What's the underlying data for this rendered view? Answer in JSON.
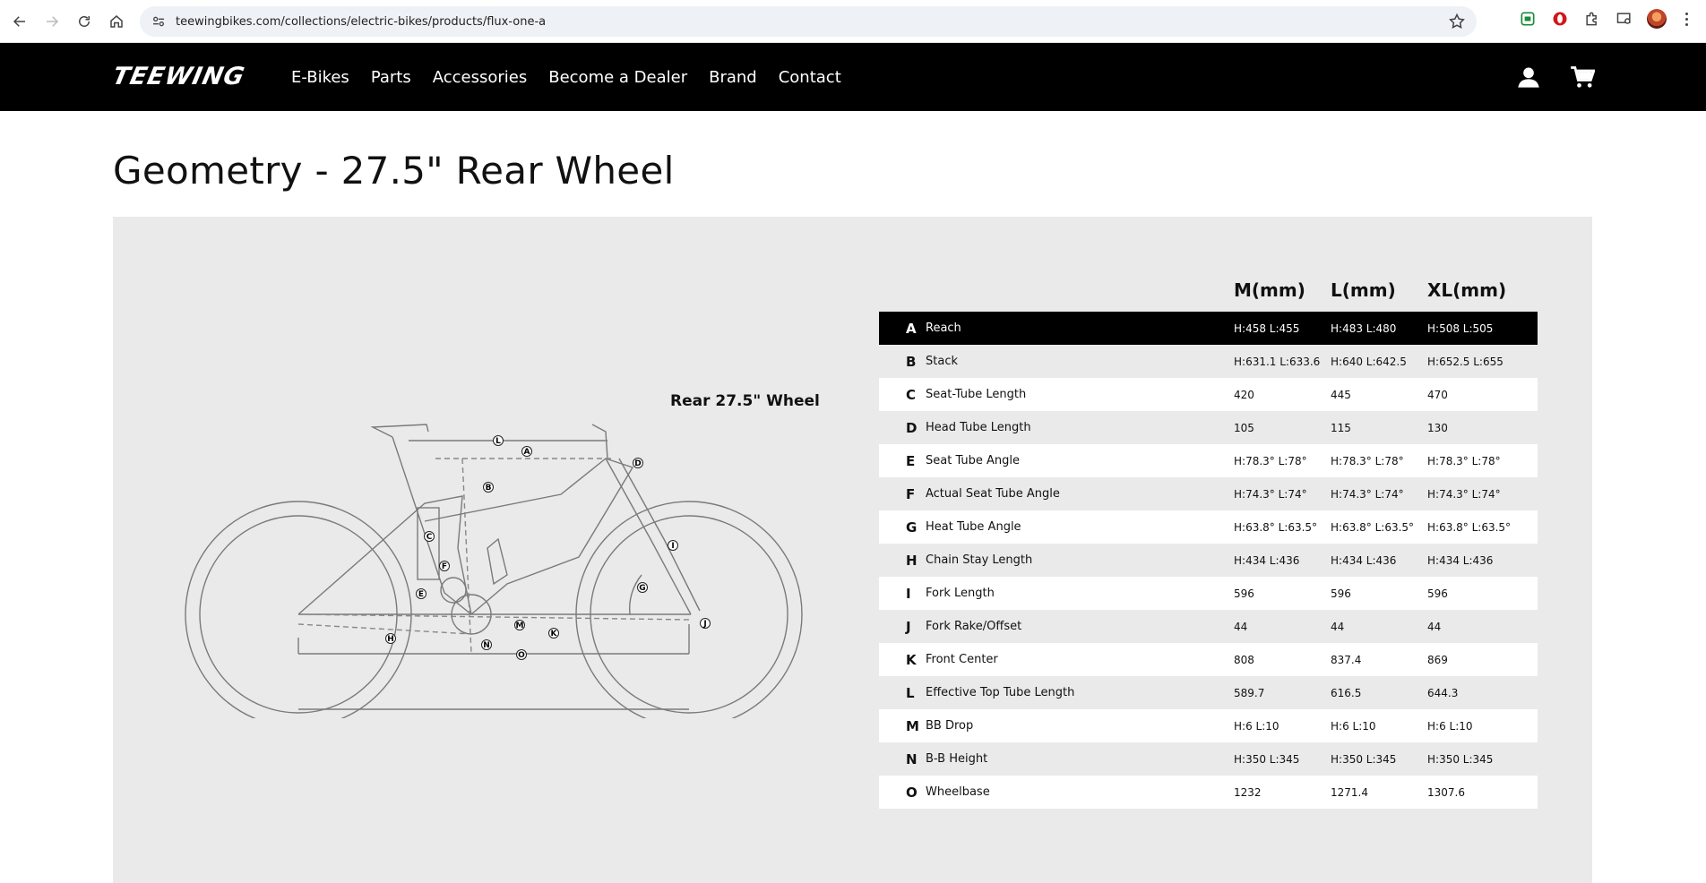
{
  "browser": {
    "url": "teewingbikes.com/collections/electric-bikes/products/flux-one-a"
  },
  "site": {
    "logo": "TEEWING",
    "nav": [
      "E-Bikes",
      "Parts",
      "Accessories",
      "Become a Dealer",
      "Brand",
      "Contact"
    ]
  },
  "page": {
    "title": "Geometry - 27.5\" Rear Wheel",
    "wheel_label": "Rear 27.5\" Wheel"
  },
  "diagram_letters": [
    "L",
    "A",
    "D",
    "B",
    "C",
    "F",
    "E",
    "I",
    "G",
    "H",
    "M",
    "K",
    "N",
    "O",
    "J"
  ],
  "geometry": {
    "columns": [
      "M(mm)",
      "L(mm)",
      "XL(mm)"
    ],
    "rows": [
      {
        "letter": "A",
        "label": "Reach",
        "m": "H:458 L:455",
        "l": "H:483 L:480",
        "xl": "H:508 L:505"
      },
      {
        "letter": "B",
        "label": "Stack",
        "m": "H:631.1 L:633.6",
        "l": "H:640 L:642.5",
        "xl": "H:652.5 L:655"
      },
      {
        "letter": "C",
        "label": "Seat-Tube Length",
        "m": "420",
        "l": "445",
        "xl": "470"
      },
      {
        "letter": "D",
        "label": "Head Tube Length",
        "m": "105",
        "l": "115",
        "xl": "130"
      },
      {
        "letter": "E",
        "label": "Seat Tube Angle",
        "m": "H:78.3° L:78°",
        "l": "H:78.3° L:78°",
        "xl": "H:78.3° L:78°"
      },
      {
        "letter": "F",
        "label": "Actual Seat Tube Angle",
        "m": "H:74.3° L:74°",
        "l": "H:74.3° L:74°",
        "xl": "H:74.3° L:74°"
      },
      {
        "letter": "G",
        "label": "Heat Tube Angle",
        "m": "H:63.8° L:63.5°",
        "l": "H:63.8° L:63.5°",
        "xl": "H:63.8° L:63.5°"
      },
      {
        "letter": "H",
        "label": "Chain Stay Length",
        "m": "H:434 L:436",
        "l": "H:434 L:436",
        "xl": "H:434 L:436"
      },
      {
        "letter": "I",
        "label": "Fork Length",
        "m": "596",
        "l": "596",
        "xl": "596"
      },
      {
        "letter": "J",
        "label": "Fork Rake/Offset",
        "m": "44",
        "l": "44",
        "xl": "44"
      },
      {
        "letter": "K",
        "label": "Front Center",
        "m": "808",
        "l": "837.4",
        "xl": "869"
      },
      {
        "letter": "L",
        "label": "Effective Top Tube Length",
        "m": "589.7",
        "l": "616.5",
        "xl": "644.3"
      },
      {
        "letter": "M",
        "label": "BB Drop",
        "m": "H:6 L:10",
        "l": "H:6 L:10",
        "xl": "H:6 L:10"
      },
      {
        "letter": "N",
        "label": "B-B Height",
        "m": "H:350 L:345",
        "l": "H:350 L:345",
        "xl": "H:350 L:345"
      },
      {
        "letter": "O",
        "label": "Wheelbase",
        "m": "1232",
        "l": "1271.4",
        "xl": "1307.6"
      }
    ]
  }
}
